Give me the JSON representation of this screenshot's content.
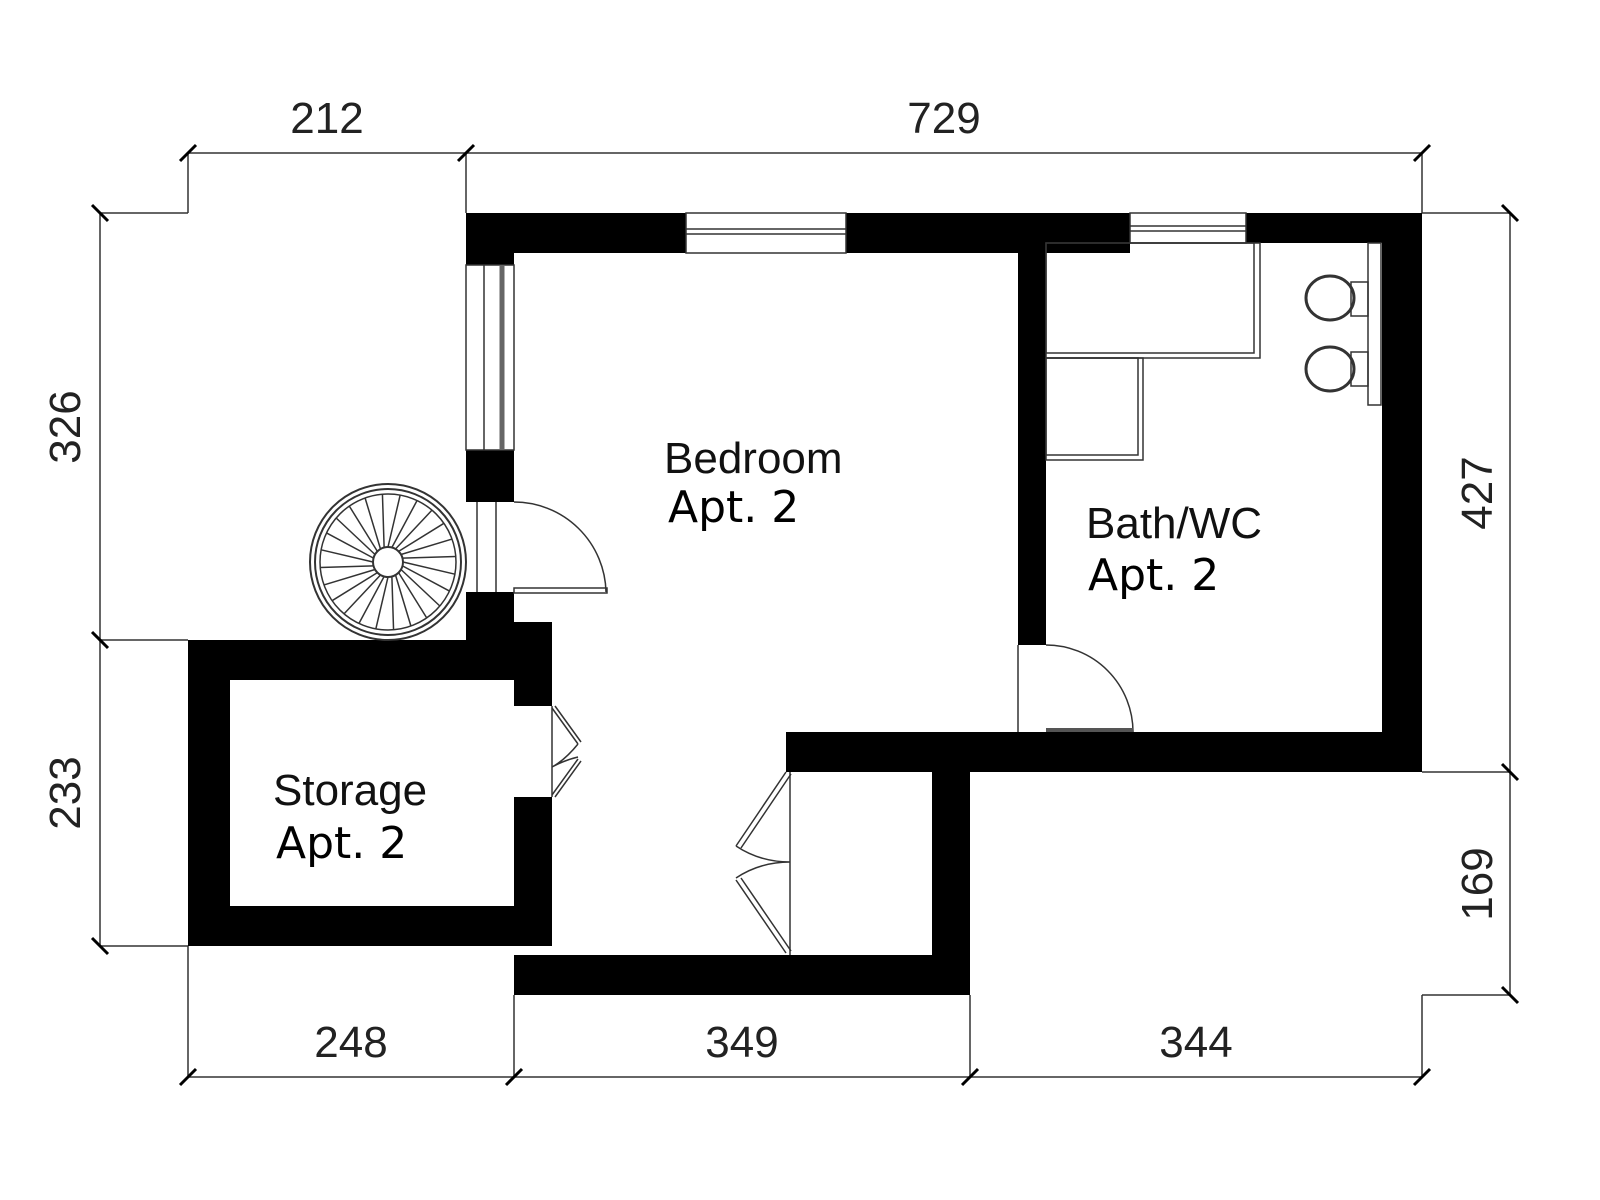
{
  "dimensions": {
    "top": [
      "212",
      "729"
    ],
    "left": [
      "326",
      "233"
    ],
    "right": [
      "427",
      "169"
    ],
    "bottom": [
      "248",
      "349",
      "344"
    ]
  },
  "rooms": [
    {
      "name": "Bedroom",
      "unit": "Apt. 2"
    },
    {
      "name": "Bath/WC",
      "unit": "Apt. 2"
    },
    {
      "name": "Storage",
      "unit": "Apt. 2"
    }
  ],
  "colors": {
    "wall": "#000000",
    "line": "#333333",
    "background": "#ffffff"
  }
}
